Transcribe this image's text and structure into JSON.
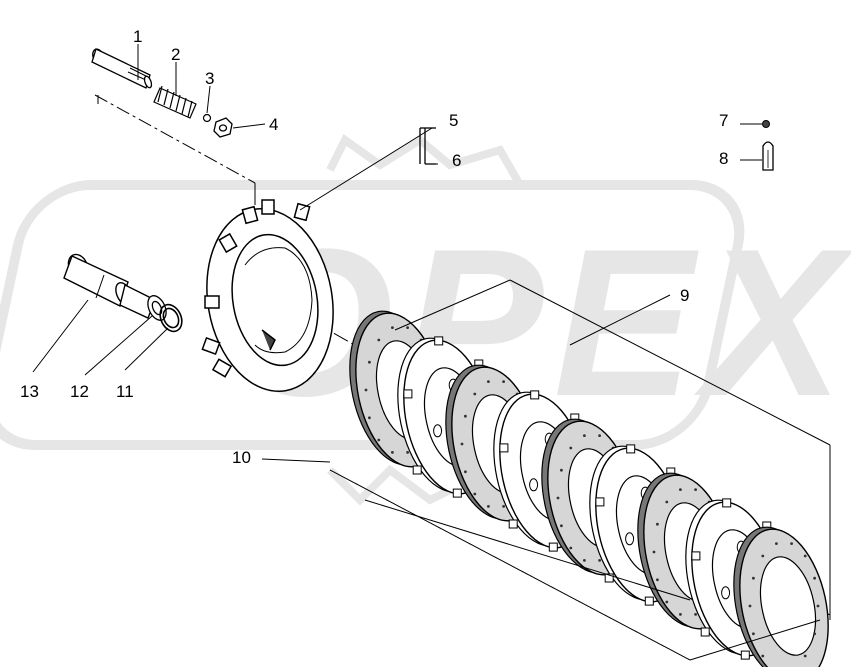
{
  "watermark": {
    "text": "OPEX",
    "color": "#e6e6e6"
  },
  "colors": {
    "ink": "#000000",
    "background": "#ffffff",
    "hatch": "#555555"
  },
  "callouts": {
    "c1": "1",
    "c2": "2",
    "c3": "3",
    "c4": "4",
    "c5": "5",
    "c6": "6",
    "c7": "7",
    "c8": "8",
    "c9": "9",
    "c10": "10",
    "c11": "11",
    "c12": "12",
    "c13": "13"
  },
  "parts": [
    {
      "number": "1",
      "name": "pin"
    },
    {
      "number": "2",
      "name": "spring"
    },
    {
      "number": "3",
      "name": "ball"
    },
    {
      "number": "4",
      "name": "nut"
    },
    {
      "number": "5",
      "name": "shim"
    },
    {
      "number": "6",
      "name": "shim"
    },
    {
      "number": "7",
      "name": "small-nut"
    },
    {
      "number": "8",
      "name": "dowel-pin"
    },
    {
      "number": "9",
      "name": "friction-disc"
    },
    {
      "number": "10",
      "name": "steel-disc"
    },
    {
      "number": "11",
      "name": "circlip"
    },
    {
      "number": "12",
      "name": "bearing"
    },
    {
      "number": "13",
      "name": "shaft"
    }
  ]
}
